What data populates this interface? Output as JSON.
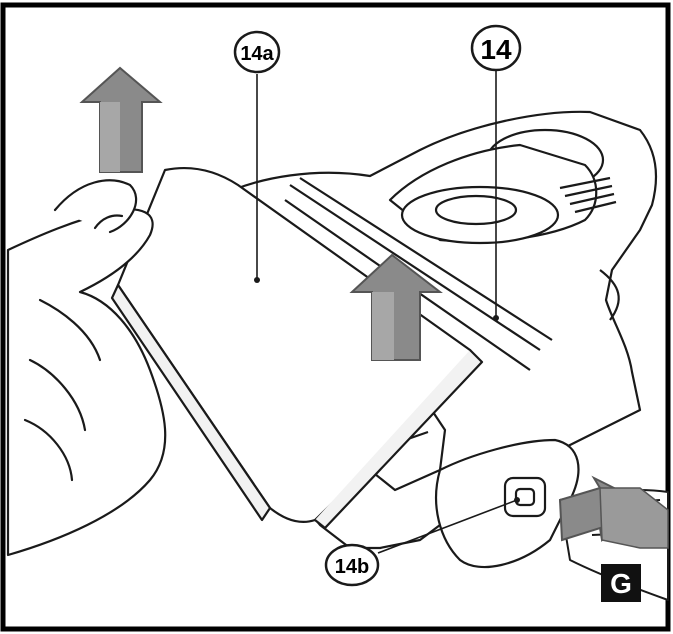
{
  "figure": {
    "callouts": {
      "c14a": "14a",
      "c14": "14",
      "c14b": "14b"
    },
    "corner_label": "G",
    "colors": {
      "arrow_fill": "#8a8a8a",
      "arrow_stroke": "#555555",
      "line": "#1a1a1a",
      "frame": "#000000",
      "label_bg": "#111111",
      "background": "#ffffff"
    },
    "icons": [
      "arrow-up-icon",
      "arrow-right-icon",
      "hand-icon"
    ]
  }
}
